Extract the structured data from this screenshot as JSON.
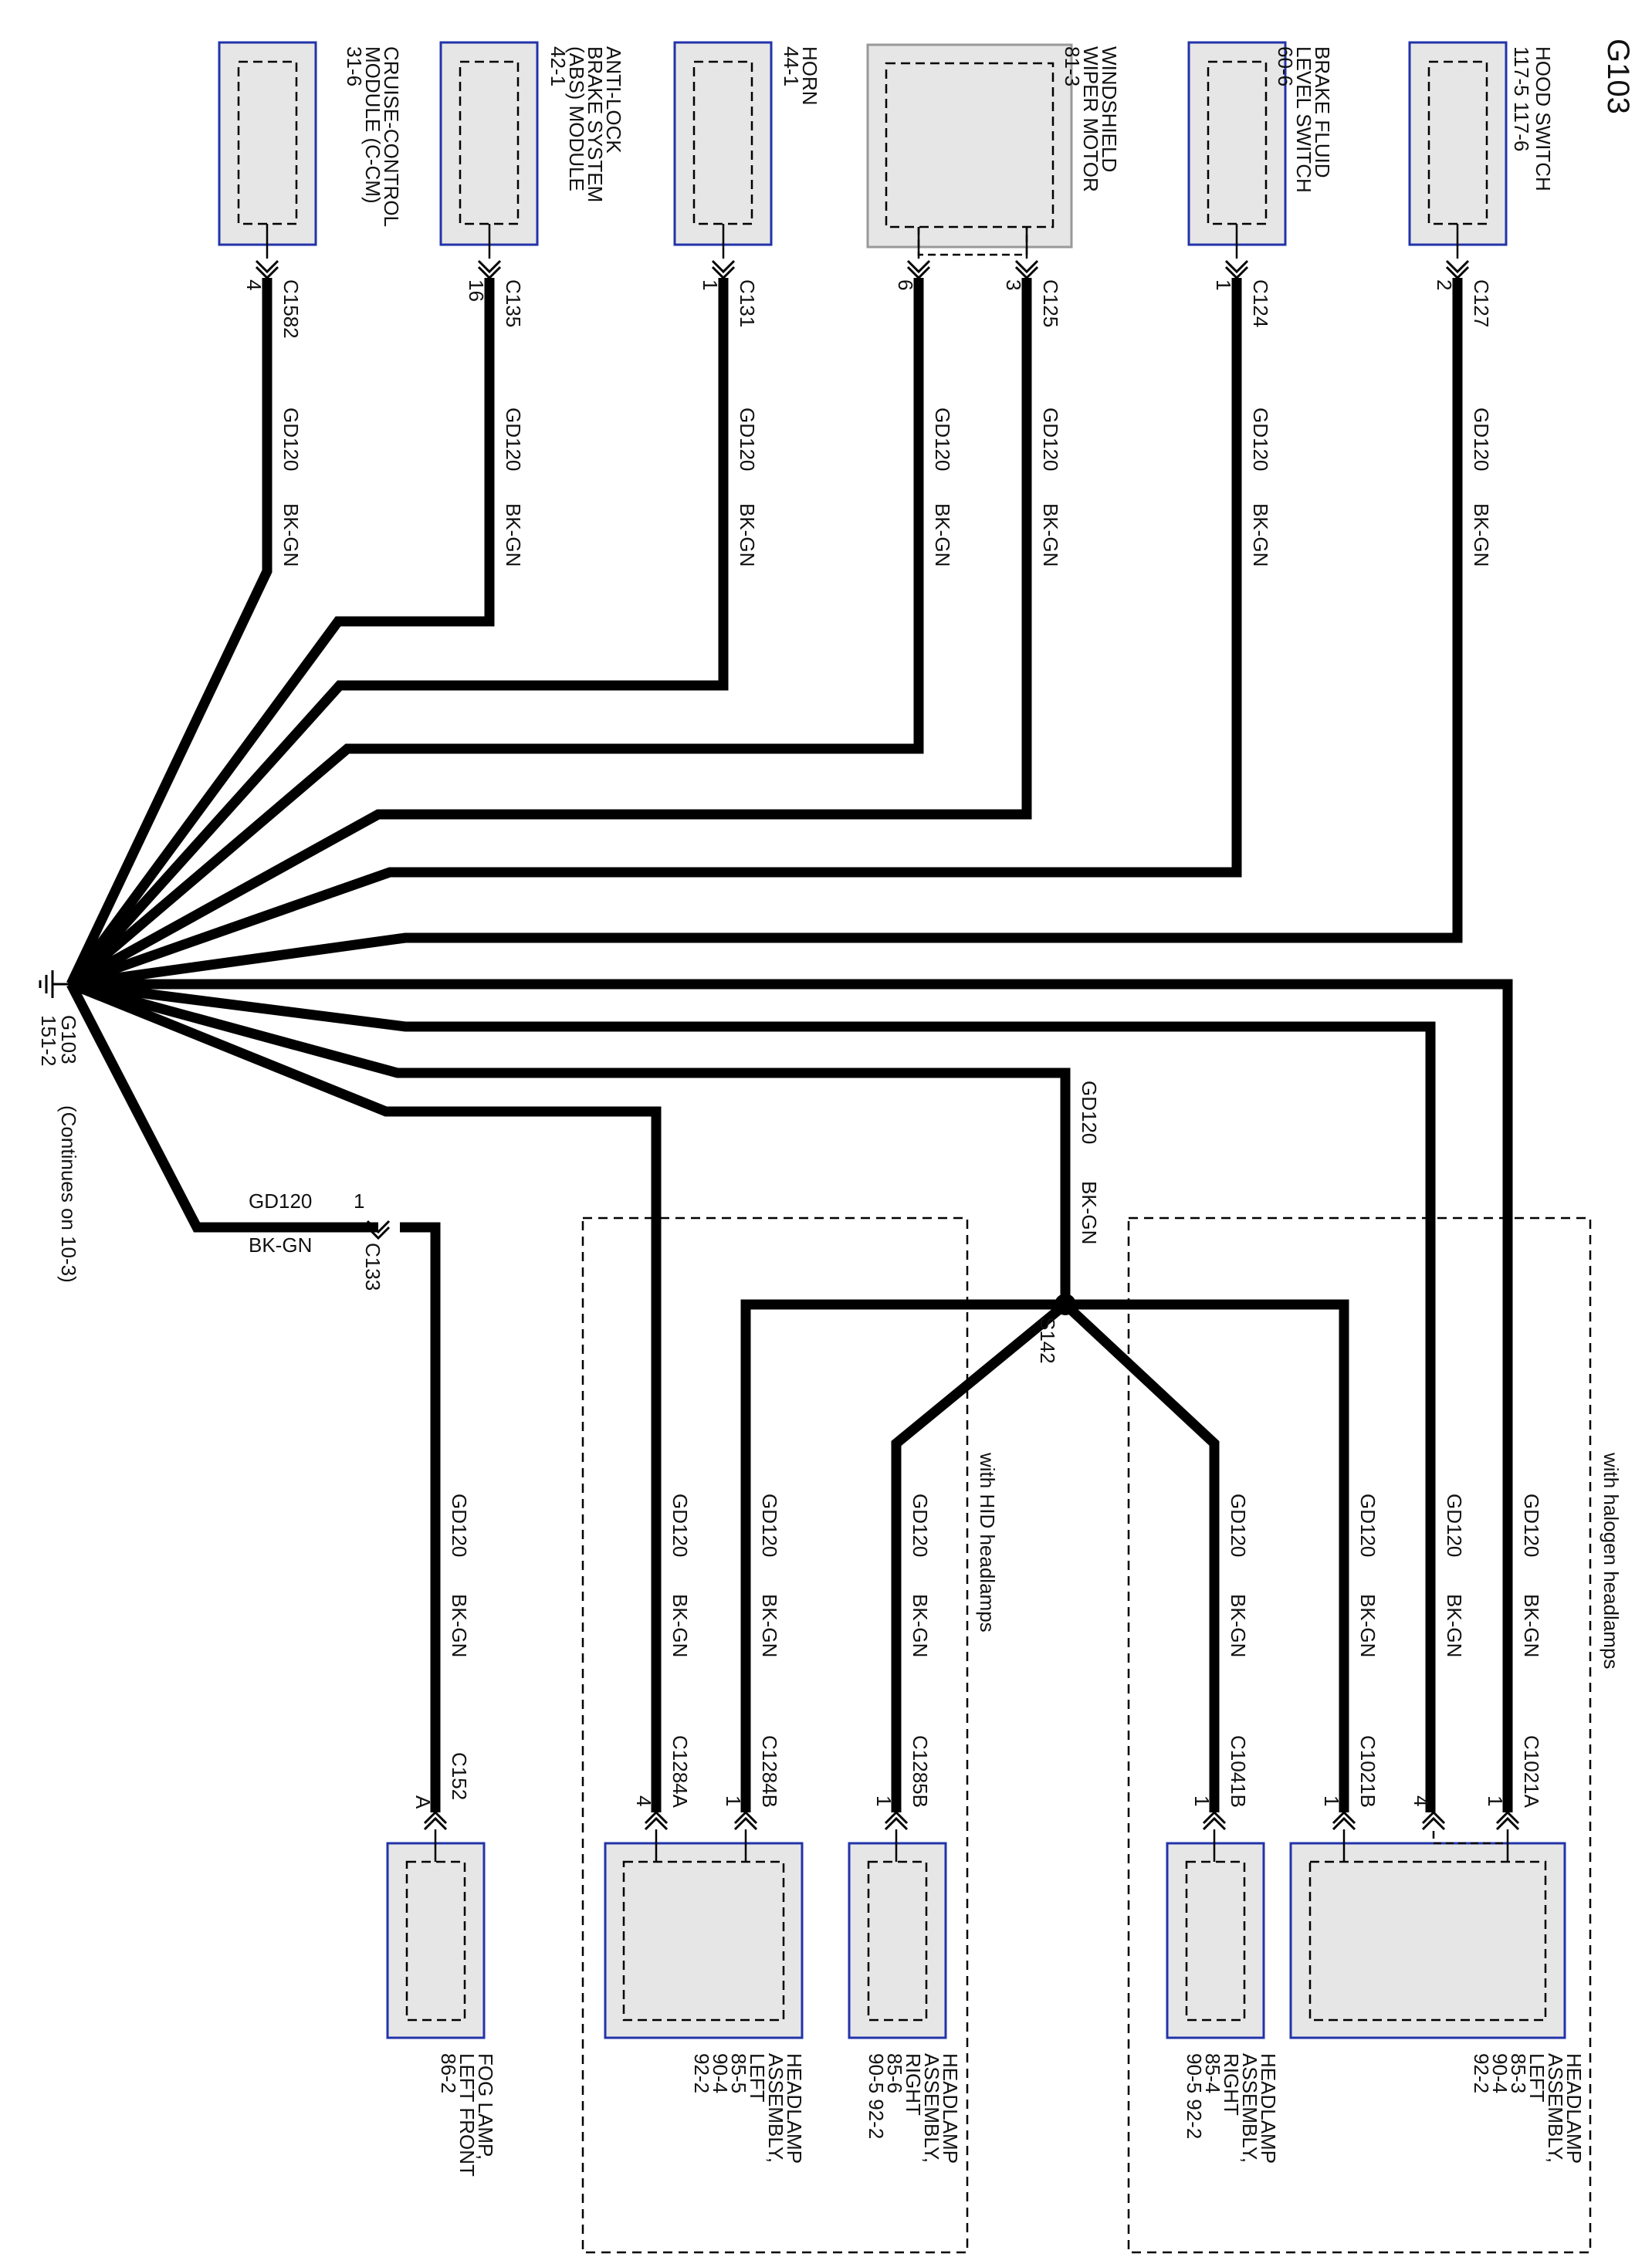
{
  "diagram": {
    "title": "G103",
    "ground_label": "G103",
    "ground_page": "151-2",
    "continues": "(Continues on 10-3)",
    "splice": "S142",
    "wire_code": "GD120",
    "wire_color": "BK-GN",
    "halogen_group": "with halogen headlamps",
    "hid_group": "with HID headlamps",
    "components": {
      "hood_switch": {
        "line1": "HOOD SWITCH",
        "line2": "117-5 117-6",
        "connector": "C127",
        "pin": "2"
      },
      "brake_fluid": {
        "line1": "BRAKE FLUID",
        "line2": "LEVEL SWITCH",
        "line3": "60-6",
        "connector": "C124",
        "pin": "1"
      },
      "wiper_motor": {
        "line1": "WINDSHIELD",
        "line2": "WIPER MOTOR",
        "line3": "81-3",
        "connector": "C125",
        "pin_a": "3",
        "pin_b": "6"
      },
      "horn": {
        "line1": "HORN",
        "line2": "44-1",
        "connector": "C131",
        "pin": "1"
      },
      "abs": {
        "line1": "ANTI-LOCK",
        "line2": "BRAKE SYSTEM",
        "line3": "(ABS) MODULE",
        "line4": "42-1",
        "connector": "C135",
        "pin": "16"
      },
      "cruise": {
        "line1": "CRUISE-CONTROL",
        "line2": "MODULE (C-CM)",
        "line3": "31-6",
        "connector": "C1582",
        "pin": "4"
      },
      "hl_left_halogen": {
        "line1": "HEADLAMP",
        "line2": "ASSEMBLY,",
        "line3": "LEFT",
        "line4": "85-3",
        "line5": "90-4",
        "line6": "92-2",
        "connector_a": "C1021A",
        "connector_b": "C1021B",
        "pin_a1": "1",
        "pin_a4": "4",
        "pin_b": "1"
      },
      "hl_right_halogen": {
        "line1": "HEADLAMP",
        "line2": "ASSEMBLY,",
        "line3": "RIGHT",
        "line4": "85-4",
        "line5": "90-5 92-2",
        "connector": "C1041B",
        "pin": "1"
      },
      "hl_right_hid": {
        "line1": "HEADLAMP",
        "line2": "ASSEMBLY,",
        "line3": "RIGHT",
        "line4": "85-6",
        "line5": "90-5 92-2",
        "connector": "C1285B",
        "pin": "1"
      },
      "hl_left_hid": {
        "line1": "HEADLAMP",
        "line2": "ASSEMBLY,",
        "line3": "LEFT",
        "line4": "85-5",
        "line5": "90-4",
        "line6": "92-2",
        "connector_a": "C1284A",
        "connector_b": "C1284B",
        "pin_a": "4",
        "pin_b": "1"
      },
      "fog_lamp": {
        "line1": "FOG LAMP,",
        "line2": "LEFT FRONT",
        "line3": "86-2",
        "connector": "C152",
        "pin": "A"
      },
      "c133": {
        "connector": "C133",
        "pin": "1"
      }
    },
    "colors": {
      "wire": "#000000",
      "component_fill": "#e6e6e6",
      "component_border": "#2233aa"
    }
  }
}
